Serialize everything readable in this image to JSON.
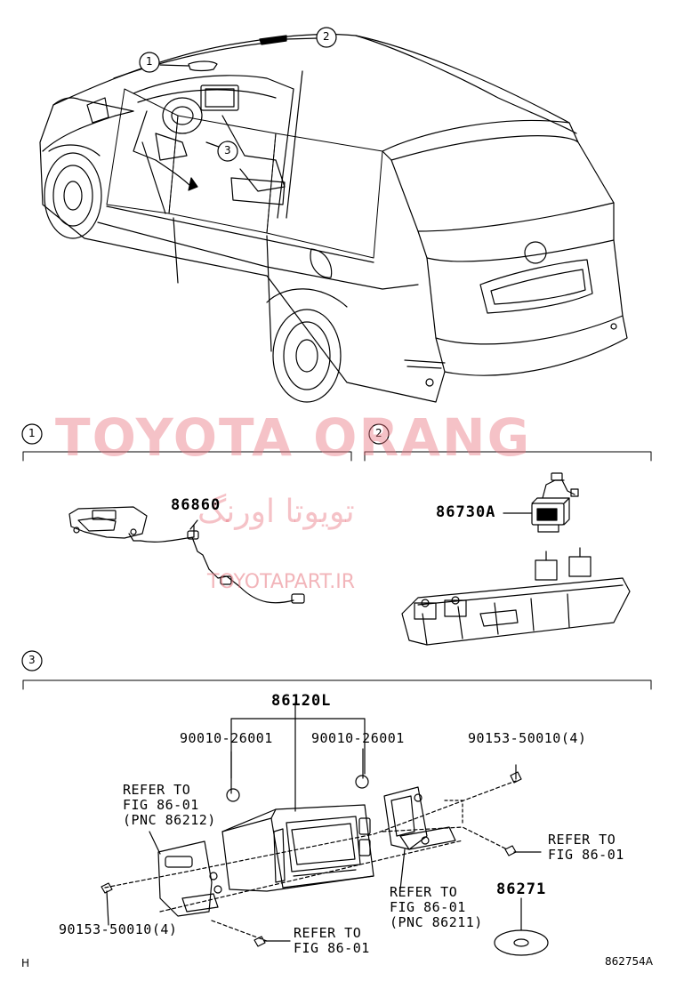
{
  "watermark": {
    "main": "TOYOTA ORANG",
    "persian": "تویوتا اورنگ",
    "url": "TOYOTAPART.IR"
  },
  "callouts": {
    "c1": "1",
    "c2": "2",
    "c3": "3"
  },
  "section_markers": {
    "s1": "1",
    "s2": "2",
    "s3": "3"
  },
  "parts": {
    "p86860": "86860",
    "p86730A": "86730A",
    "p86120L": "86120L",
    "screw_left": "90010-26001",
    "screw_right": "90010-26001",
    "bolt_top_right": "90153-50010(4)",
    "bolt_bottom_left": "90153-50010(4)",
    "p86271": "86271"
  },
  "refs": {
    "left": [
      "REFER TO",
      "FIG 86-01",
      "(PNC 86212)"
    ],
    "right": [
      "REFER TO",
      "FIG 86-01"
    ],
    "middle": [
      "REFER TO",
      "FIG 86-01",
      "(PNC 86211)"
    ],
    "bottom": [
      "REFER TO",
      "FIG 86-01"
    ]
  },
  "footer": {
    "left_code": "H",
    "figure_id": "862754A"
  }
}
